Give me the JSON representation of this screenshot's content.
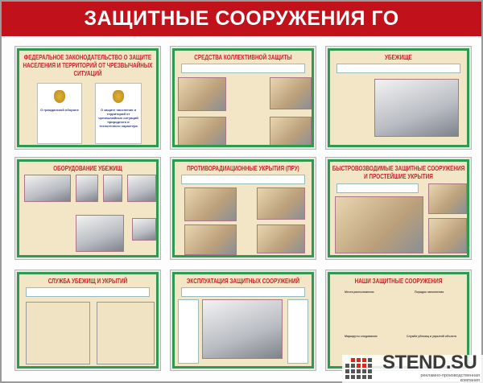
{
  "header": {
    "title": "ЗАЩИТНЫЕ СООРУЖЕНИЯ ГО"
  },
  "panels": [
    {
      "title": "Федеральное законодательство о защите населения и территорий от чрезвычайных ситуаций",
      "docs": [
        "О гражданской обороне",
        "О защите населения и территорий от чрезвычайных ситуаций природного и техногенного характера"
      ]
    },
    {
      "title": "Средства коллективной защиты"
    },
    {
      "title": "Убежище"
    },
    {
      "title": "Оборудование убежищ"
    },
    {
      "title": "Противорадиационные укрытия (ПРУ)"
    },
    {
      "title": "Быстровозводимые защитные сооружения и простейшие укрытия"
    },
    {
      "title": "Служба убежищ и укрытий"
    },
    {
      "title": "Эксплуатация защитных сооружений"
    },
    {
      "title": "Наши защитные сооружения",
      "labels": [
        "Места расположения",
        "Порядок заполнения",
        "Маршруты следования",
        "Служба убежищ и укрытий объекта"
      ]
    }
  ],
  "logo": {
    "brand": "STEND.SU",
    "tagline": "рекламно-производственная компания"
  },
  "colors": {
    "header": "#c1121c",
    "frame": "#2f9a4f",
    "panel_bg": "#f3e6c6",
    "title": "#c6232b"
  }
}
